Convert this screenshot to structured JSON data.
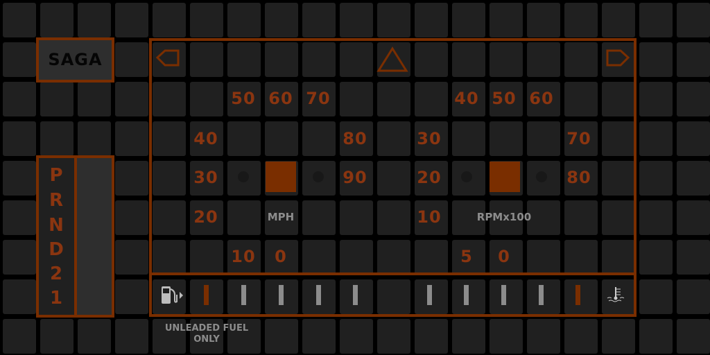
{
  "brand": "SAGA",
  "gear_selector": [
    "P",
    "R",
    "N",
    "D",
    "2",
    "1"
  ],
  "speedometer": {
    "labels": [
      "50",
      "60",
      "70",
      "40",
      "80",
      "30",
      "90",
      "20",
      "10",
      "0"
    ],
    "unit": "MPH"
  },
  "tachometer": {
    "labels": [
      "40",
      "50",
      "60",
      "30",
      "70",
      "20",
      "80",
      "10",
      "5",
      "0"
    ],
    "unit": "RPMx100"
  },
  "fuel_gauge": {
    "icon": "fuel-pump-icon",
    "active_bars": 1,
    "total_bars": 5
  },
  "temp_gauge": {
    "icon": "coolant-temp-icon",
    "active_bars": 1,
    "total_bars": 5
  },
  "fuel_notice": "UNLEADED FUEL ONLY",
  "colors": {
    "accent": "#7a2e00",
    "cell": "#202020",
    "inactive": "#8c8c8c"
  }
}
